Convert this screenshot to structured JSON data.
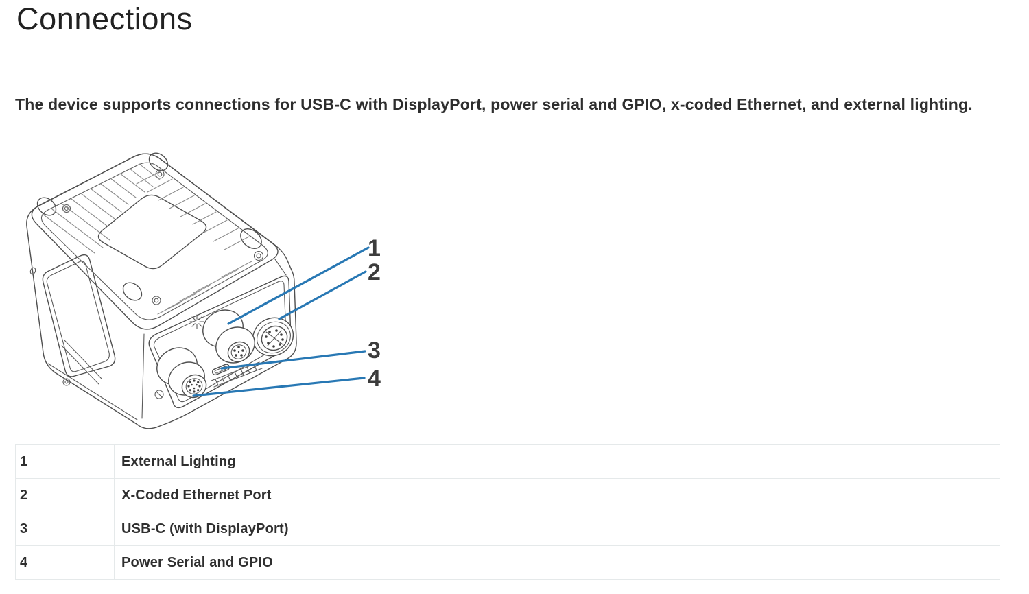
{
  "page": {
    "title": "Connections",
    "intro": "The device supports connections for USB-C with DisplayPort, power serial and GPIO, x-coded Ethernet, and external lighting."
  },
  "figure": {
    "description": "Isometric line drawing of the device showing its connector face with four numbered callouts",
    "callouts": [
      {
        "number": "1",
        "label": "External Lighting"
      },
      {
        "number": "2",
        "label": "X-Coded Ethernet Port"
      },
      {
        "number": "3",
        "label": "USB-C (with DisplayPort)"
      },
      {
        "number": "4",
        "label": "Power Serial and GPIO"
      }
    ]
  },
  "legend_table": {
    "rows": [
      {
        "number": "1",
        "label": "External Lighting"
      },
      {
        "number": "2",
        "label": "X-Coded Ethernet Port"
      },
      {
        "number": "3",
        "label": "USB-C (with DisplayPort)"
      },
      {
        "number": "4",
        "label": "Power Serial and GPIO"
      }
    ]
  },
  "colors": {
    "callout_blue": "#2878b4",
    "table_border": "#e5e9ea"
  }
}
